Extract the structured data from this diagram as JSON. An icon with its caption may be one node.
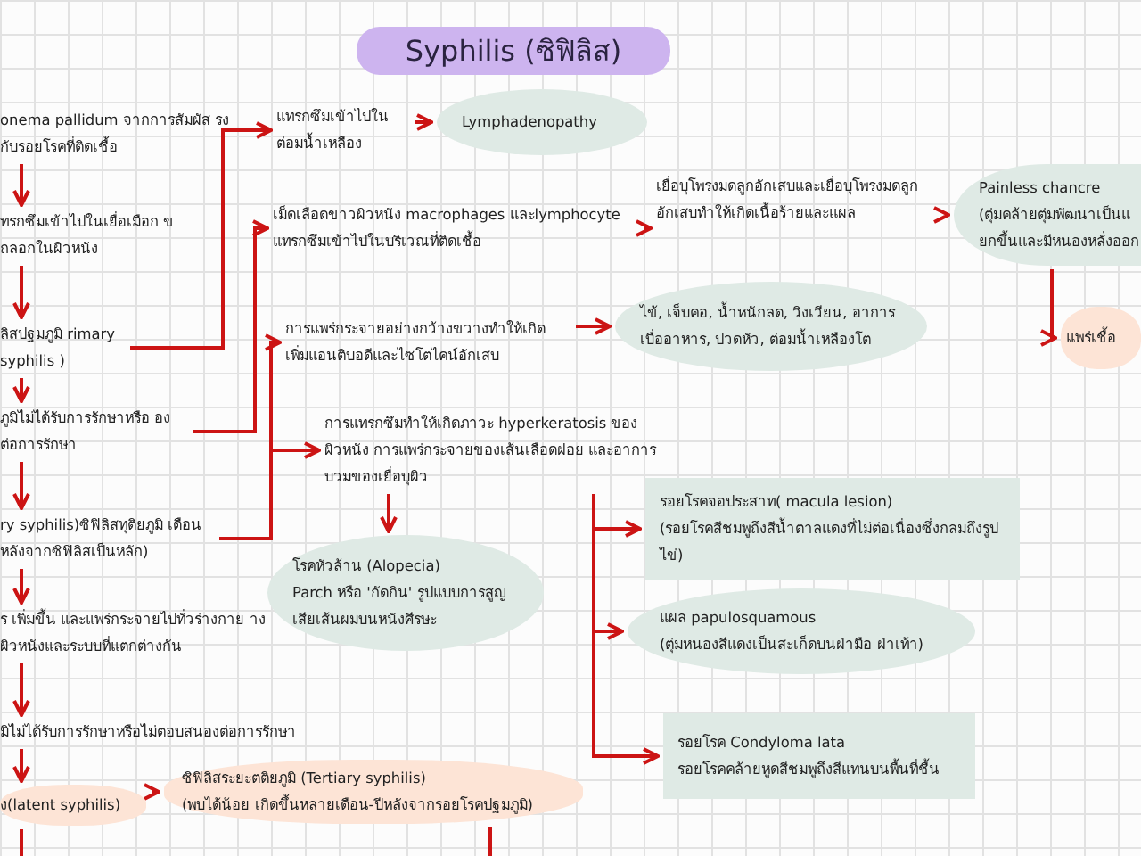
{
  "diagram": {
    "title": "Syphilis (ซิฟิลิส)",
    "nodes": [
      {
        "text": [
          "onema pallidum จากการสัมผัส รงกับรอยโรคที่ติดเชื้อ"
        ]
      },
      {
        "text": [
          "ทรกซึมเข้าไปในเยื่อเมือก ขถลอกในผิวหนัง"
        ]
      },
      {
        "text": [
          "ลิสปฐมภูมิ rimary syphilis )"
        ]
      },
      {
        "text": [
          "ภูมิไม่ได้รับการรักษาหรือ องต่อการรักษา"
        ]
      },
      {
        "text": [
          "ry syphilis)ซิฟิลิสทุติยภูมิ เดือนหลังจากซิฟิลิสเป็นหลัก)"
        ]
      },
      {
        "text": [
          "ร เพิ่มขึ้น และแพร่กระจายไปทั่วร่างกาย างผิวหนังและระบบที่แตกต่างกัน"
        ]
      },
      {
        "text": [
          "มิไม่ได้รับการรักษาหรือไม่ตอบสนองต่อการรักษา"
        ]
      },
      {
        "text": [
          "ง(latent syphilis)"
        ]
      },
      {
        "text": [
          "ซิฟิลิสระยะตติยภูมิ (Tertiary syphilis)",
          "(พบได้น้อย เกิดขึ้นหลายเดือน-ปีหลังจากรอยโรคปฐมภูมิ)"
        ]
      },
      {
        "text": [
          "แทรกซึมเข้าไปใน ต่อมน้ำเหลือง"
        ]
      },
      {
        "text": [
          "Lymphadenopathy"
        ]
      },
      {
        "text": [
          "เม็ดเลือดขาวผิวหนัง macrophages และlymphocyte แทรกซึมเข้าไปในบริเวณที่ติดเชื้อ"
        ]
      },
      {
        "text": [
          "เยื่อบุโพรงมดลูกอักเสบและเยื่อบุโพรงมดลูกอักเสบทำให้เกิดเนื้อร้ายและแผล"
        ]
      },
      {
        "text": [
          "Painless chancre",
          "(ตุ่มคล้ายตุ่มพัฒนาเป็นแ ยกขึ้นและมีหนองหลั่งออก"
        ]
      },
      {
        "text": [
          "แพร่เชื้อ"
        ]
      },
      {
        "text": [
          "การแพร่กระจายอย่างกว้างขวางทำให้เกิด เพิ่มแอนติบอดีและไซโตไคน์อักเสบ"
        ]
      },
      {
        "text": [
          "ไข้, เจ็บคอ, น้ำหนักลด, วิงเวียน, อาการ เบื่ออาหาร, ปวดหัว, ต่อมน้ำเหลืองโต"
        ]
      },
      {
        "text": [
          "การแทรกซึมทำให้เกิดภาวะ hyperkeratosis ของผิวหนัง การแพร่กระจายของเส้นเลือดฝอย และอาการบวมของเยื่อบุผิว"
        ]
      },
      {
        "text": [
          "โรคหัวล้าน (Alopecia)",
          "Parch หรือ 'กัดกิน' รูปแบบการสูญเสียเส้นผมบนหนังศีรษะ"
        ]
      },
      {
        "text": [
          "รอยโรคจอประสาท( macula lesion)",
          "(รอยโรคสีชมพูถึงสีน้ำตาลแดงที่ไม่ต่อเนื่องซึ่งกลมถึงรูปไข่)"
        ]
      },
      {
        "text": [
          "แผล papulosquamous",
          "(ตุ่มหนองสีแดงเป็นสะเก็ดบนฝ่ามือ ฝ่าเท้า)"
        ]
      },
      {
        "text": [
          "รอยโรค Condyloma lata",
          "รอยโรคคล้ายหูดสีชมพูถึงสีแทนบนพื้นที่ชื้น"
        ]
      }
    ],
    "edges": [
      {
        "from": 0,
        "to": 1,
        "arrow": "to"
      },
      {
        "from": 1,
        "to": 2,
        "arrow": "to"
      },
      {
        "from": 2,
        "to": 3,
        "arrow": "to"
      },
      {
        "from": 3,
        "to": 4,
        "arrow": "to"
      },
      {
        "from": 4,
        "to": 5,
        "arrow": "to"
      },
      {
        "from": 5,
        "to": 6,
        "arrow": "to"
      },
      {
        "from": 6,
        "to": 7,
        "arrow": "to"
      },
      {
        "from": 7,
        "to": 8,
        "arrow": "to"
      },
      {
        "from": 7,
        "to": null,
        "arrow": "none"
      },
      {
        "from": 2,
        "to": 9,
        "arrow": "to"
      },
      {
        "from": 3,
        "to": 11,
        "arrow": "to"
      },
      {
        "from": 4,
        "to": 15,
        "arrow": "to"
      },
      {
        "from": 4,
        "to": 17,
        "arrow": "to"
      },
      {
        "from": 9,
        "to": 10,
        "arrow": "to"
      },
      {
        "from": 11,
        "to": 12,
        "arrow": "to"
      },
      {
        "from": 12,
        "to": 13,
        "arrow": "to"
      },
      {
        "from": 13,
        "to": 14,
        "arrow": "to"
      },
      {
        "from": 15,
        "to": 16,
        "arrow": "to"
      },
      {
        "from": 17,
        "to": 18,
        "arrow": "to"
      },
      {
        "from": 17,
        "to": 19,
        "arrow": "to"
      },
      {
        "from": 17,
        "to": 20,
        "arrow": "to"
      },
      {
        "from": 17,
        "to": 21,
        "arrow": "to"
      },
      {
        "from": 8,
        "to": null,
        "arrow": "none"
      }
    ]
  }
}
